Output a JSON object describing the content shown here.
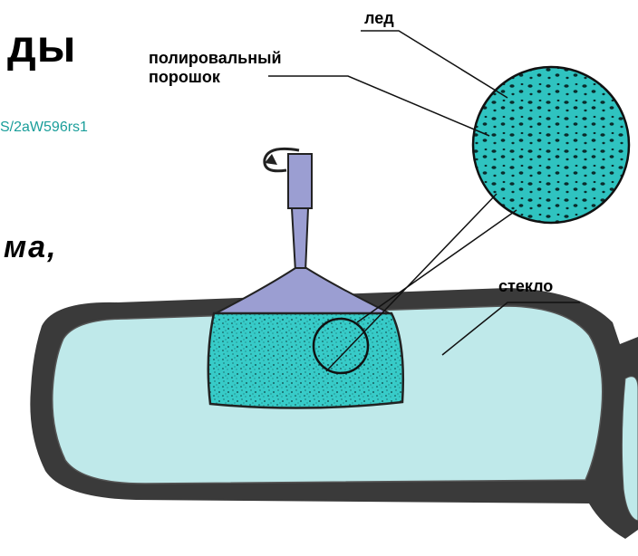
{
  "text": {
    "title_fragment": "ды",
    "link_fragment": "S/2aW596rs1",
    "italic_fragment": "ма,"
  },
  "labels": {
    "ice": "лед",
    "powder_line1": "полировальный",
    "powder_line2": "порошок",
    "glass": "стекло"
  },
  "colors": {
    "lens_fill": "#bfe9ea",
    "tool_fill": "#37cbc8",
    "ice_circle_fill": "#2fc3c0",
    "shaft_fill": "#9b9ed2",
    "frame": "#333333",
    "link": "#1a9e9a"
  }
}
